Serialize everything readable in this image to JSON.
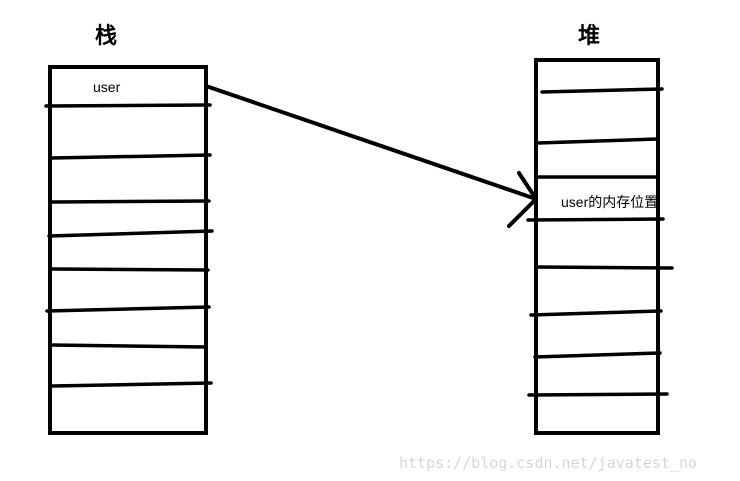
{
  "stack": {
    "title": "栈",
    "cell_label": "user"
  },
  "heap": {
    "title": "堆",
    "cell_label": "user的内存位置"
  },
  "watermark": "https://blog.csdn.net/javatest_no",
  "colors": {
    "ink": "#000000",
    "background": "#ffffff",
    "watermark": "#d6d6d6"
  }
}
